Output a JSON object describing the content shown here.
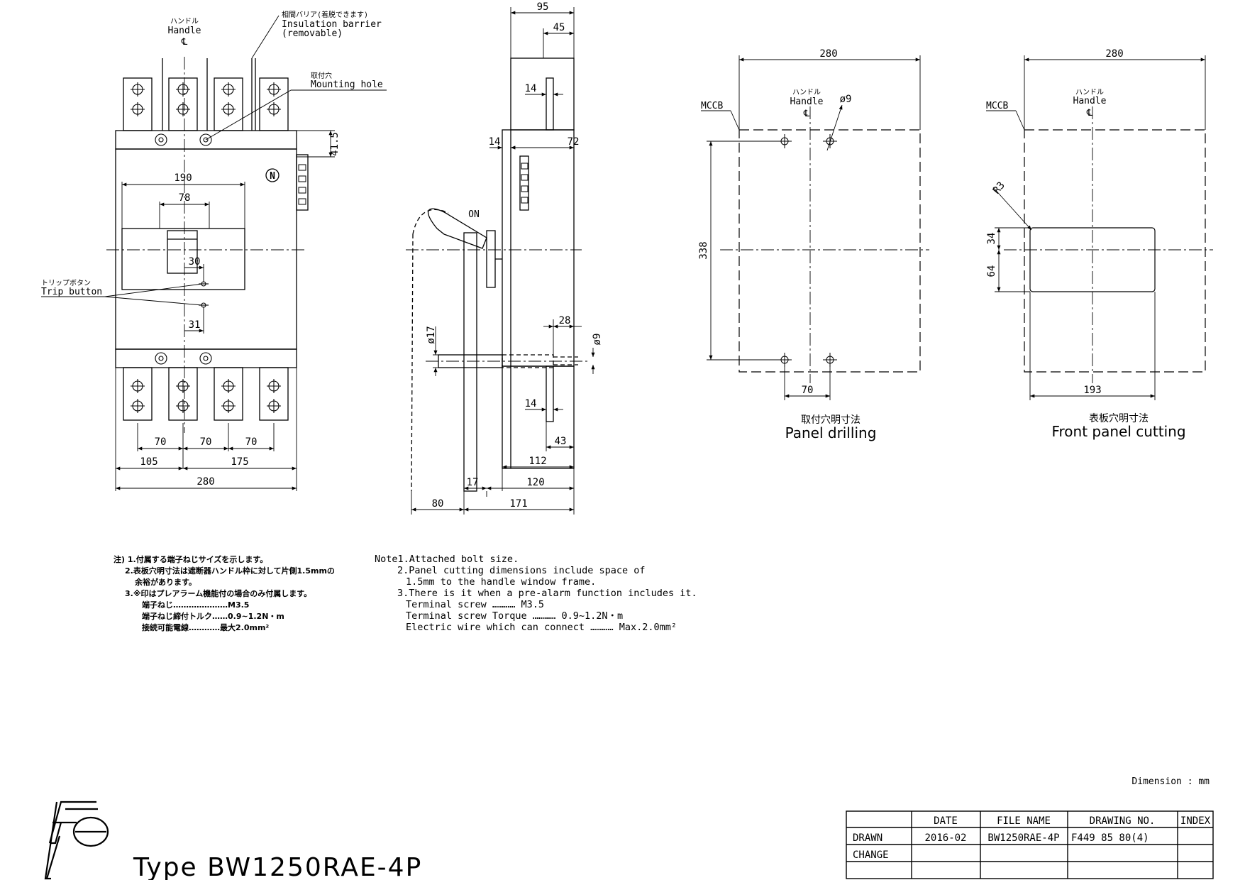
{
  "front_view": {
    "handle_jp": "ハンドル",
    "handle_en": "Handle",
    "handle_cl": "℄",
    "barrier_jp": "相間バリア(着脱できます)",
    "barrier_en1": "Insulation barrier",
    "barrier_en2": "(removable)",
    "mount_jp": "取付穴",
    "mount_en": "Mounting hole",
    "trip_jp": "トリップボタン",
    "trip_en": "Trip button",
    "n_mark": "N",
    "dims": {
      "d41_5": "41.5",
      "d190": "190",
      "d78": "78",
      "d30": "30",
      "d31": "31",
      "d70a": "70",
      "d70b": "70",
      "d70c": "70",
      "d105": "105",
      "d175": "175",
      "d280": "280"
    }
  },
  "side_view": {
    "on_label": "ON",
    "dims": {
      "d95": "95",
      "d45": "45",
      "d14top": "14",
      "d14": "14",
      "d72": "72",
      "dphi17": "ø17",
      "d28": "28",
      "dphi9": "ø9",
      "d14bot": "14",
      "d43": "43",
      "d112": "112",
      "d17": "17",
      "d120": "120",
      "d80": "80",
      "d171": "171"
    }
  },
  "panel_drilling": {
    "mccb": "MCCB",
    "handle_jp": "ハンドル",
    "handle_en": "Handle",
    "handle_cl": "℄",
    "phi9": "ø9",
    "d280": "280",
    "d338": "338",
    "d70": "70",
    "caption_jp": "取付穴明寸法",
    "caption_en": "Panel drilling"
  },
  "front_panel_cutting": {
    "mccb": "MCCB",
    "handle_jp": "ハンドル",
    "handle_en": "Handle",
    "handle_cl": "℄",
    "r3": "R3",
    "d280": "280",
    "d34": "34",
    "d64": "64",
    "d193": "193",
    "caption_jp": "表板穴明寸法",
    "caption_en": "Front panel cutting"
  },
  "notes_jp": [
    "注) 1.付属する端子ねじサイズを示します。",
    "2.表板穴明寸法は遮断器ハンドル枠に対して片側1.5mmの",
    "余裕があります。",
    "3.※印はプレアラーム機能付の場合のみ付属します。",
    "端子ねじ…………………M3.5",
    "端子ねじ締付トルク……0.9~1.2N・m",
    "接続可能電線…………最大2.0mm²"
  ],
  "notes_en": [
    "Note1.Attached bolt size.",
    "2.Panel cutting dimensions include space of",
    "1.5mm to the handle window frame.",
    "3.There is it when a pre-alarm function includes it.",
    "Terminal screw ………… M3.5",
    "Terminal screw Torque ………… 0.9~1.2N・m",
    "Electric wire which can connect ………… Max.2.0mm²"
  ],
  "dimension_unit": "Dimension : mm",
  "type_title": "Type BW1250RAE-4P",
  "logo_text": "Fe",
  "title_block": {
    "headers": [
      "DATE",
      "FILE NAME",
      "DRAWING NO.",
      "INDEX"
    ],
    "rows": [
      {
        "label": "DRAWN",
        "date": "2016-02",
        "file": "BW1250RAE-4P",
        "drawing_no": "F449 85 80(4)",
        "index": ""
      },
      {
        "label": "CHANGE",
        "date": "",
        "file": "",
        "drawing_no": "",
        "index": ""
      }
    ]
  }
}
